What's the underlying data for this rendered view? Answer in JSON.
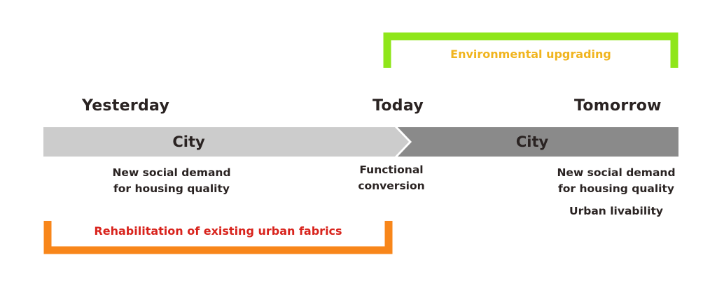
{
  "eras": {
    "yesterday": "Yesterday",
    "today": "Today",
    "tomorrow": "Tomorrow"
  },
  "timeline": {
    "past_label": "City",
    "future_label": "City"
  },
  "notes": {
    "yesterday_line1": "New social demand",
    "yesterday_line2": "for housing quality",
    "today_line1": "Functional",
    "today_line2": "conversion",
    "tomorrow_line1": "New social demand",
    "tomorrow_line2": "for housing quality",
    "tomorrow_line3": "Urban livability"
  },
  "brackets": {
    "environmental": {
      "label": "Environmental upgrading",
      "line_color": "#8fe61a",
      "text_color": "#f0b41e"
    },
    "rehabilitation": {
      "label": "Rehabilitation of existing urban fabrics",
      "line_color": "#f8861a",
      "text_color": "#d8231c"
    }
  },
  "colors": {
    "past_arrow": "#cccccc",
    "future_arrow": "#8a8a8a",
    "text": "#2a2322"
  }
}
